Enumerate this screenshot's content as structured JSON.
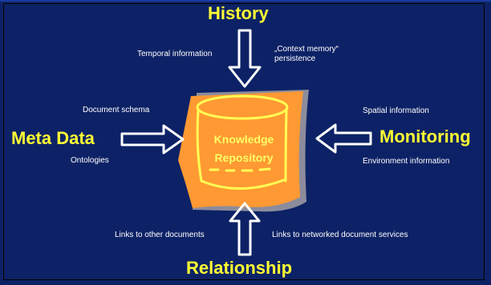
{
  "colors": {
    "background": "#0d2266",
    "heading": "#ffff33",
    "arrow": "#ffffff",
    "paper": "#ff9933",
    "paper_shadow": "#8c8c9c",
    "sketch": "#ffff55"
  },
  "headings": {
    "top": "History",
    "left": "Meta Data",
    "right": "Monitoring",
    "bottom": "Relationship"
  },
  "labels": {
    "temporal": "Temporal information",
    "context_line1": "„Context memory“",
    "context_line2": "persistence",
    "doc_schema": "Document schema",
    "ontologies": "Ontologies",
    "spatial": "Spatial information",
    "environment": "Environment information",
    "links_docs": "Links to other documents",
    "links_services": "Links to networked document services"
  },
  "center": {
    "line1": "Knowledge",
    "line2": "Repository"
  }
}
